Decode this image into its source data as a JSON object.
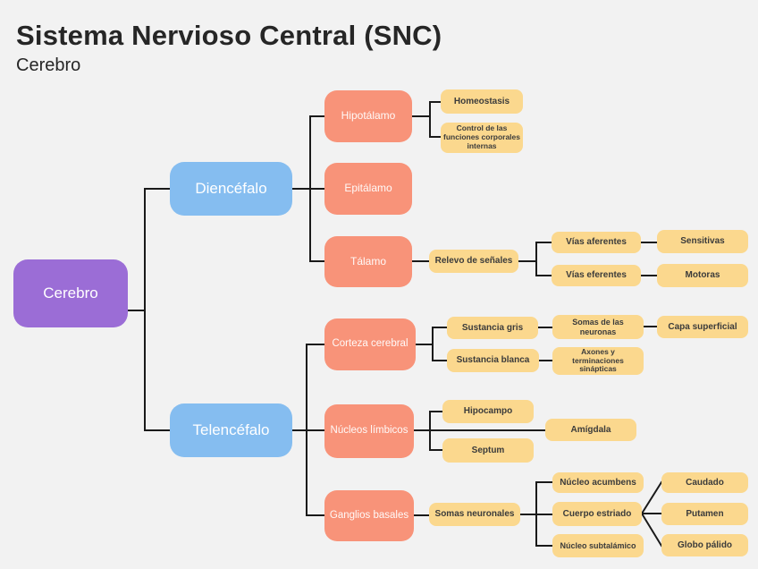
{
  "header": {
    "title": "Sistema Nervioso Central (SNC)",
    "subtitle": "Cerebro"
  },
  "colors": {
    "background": "#f2f2f2",
    "root": "#9b6dd6",
    "level1": "#85bdf0",
    "level2": "#f89379",
    "leaf": "#fbd88e",
    "connector": "#1a1a1a",
    "leaf_text": "#3b3b3b",
    "node_text": "#ffffff",
    "title_text": "#262626"
  },
  "nodes": {
    "cerebro": "Cerebro",
    "diencefalo": "Diencéfalo",
    "telencefalo": "Telencéfalo",
    "hipotalamo": "Hipotálamo",
    "epitalamo": "Epitálamo",
    "talamo": "Tálamo",
    "corteza": "Corteza cerebral",
    "nucleos_limbicos": "Núcleos límbicos",
    "ganglios_basales": "Ganglios basales",
    "homeostasis": "Homeostasis",
    "control": "Control de las funciones corporales internas",
    "relevo": "Relevo de señales",
    "vias_aferentes": "Vías aferentes",
    "vias_eferentes": "Vías eferentes",
    "sensitivas": "Sensitivas",
    "motoras": "Motoras",
    "sustancia_gris": "Sustancia gris",
    "sustancia_blanca": "Sustancia blanca",
    "somas_neuronas": "Somas de las neuronas",
    "capa_superficial": "Capa superficial",
    "axones": "Axones y terminaciones sinápticas",
    "hipocampo": "Hipocampo",
    "amigdala": "Amígdala",
    "septum": "Septum",
    "somas_neuronales": "Somas neuronales",
    "nucleo_acumbens": "Núcleo acumbens",
    "cuerpo_estriado": "Cuerpo estriado",
    "nucleo_subtalamico": "Núcleo subtalámico",
    "caudado": "Caudado",
    "putamen": "Putamen",
    "globo_palido": "Globo pálido"
  },
  "edges": [
    [
      "Cerebro",
      "Diencéfalo"
    ],
    [
      "Cerebro",
      "Telencéfalo"
    ],
    [
      "Diencéfalo",
      "Hipotálamo"
    ],
    [
      "Diencéfalo",
      "Epitálamo"
    ],
    [
      "Diencéfalo",
      "Tálamo"
    ],
    [
      "Hipotálamo",
      "Homeostasis"
    ],
    [
      "Hipotálamo",
      "Control de las funciones corporales internas"
    ],
    [
      "Tálamo",
      "Relevo de señales"
    ],
    [
      "Relevo de señales",
      "Vías aferentes"
    ],
    [
      "Relevo de señales",
      "Vías eferentes"
    ],
    [
      "Vías aferentes",
      "Sensitivas"
    ],
    [
      "Vías eferentes",
      "Motoras"
    ],
    [
      "Telencéfalo",
      "Corteza cerebral"
    ],
    [
      "Telencéfalo",
      "Núcleos límbicos"
    ],
    [
      "Telencéfalo",
      "Ganglios basales"
    ],
    [
      "Corteza cerebral",
      "Sustancia gris"
    ],
    [
      "Corteza cerebral",
      "Sustancia blanca"
    ],
    [
      "Sustancia gris",
      "Somas de las neuronas"
    ],
    [
      "Somas de las neuronas",
      "Capa superficial"
    ],
    [
      "Sustancia blanca",
      "Axones y terminaciones sinápticas"
    ],
    [
      "Núcleos límbicos",
      "Hipocampo"
    ],
    [
      "Núcleos límbicos",
      "Amígdala"
    ],
    [
      "Núcleos límbicos",
      "Septum"
    ],
    [
      "Ganglios basales",
      "Somas neuronales"
    ],
    [
      "Somas neuronales",
      "Núcleo acumbens"
    ],
    [
      "Somas neuronales",
      "Cuerpo estriado"
    ],
    [
      "Somas neuronales",
      "Núcleo subtalámico"
    ],
    [
      "Cuerpo estriado",
      "Caudado"
    ],
    [
      "Cuerpo estriado",
      "Putamen"
    ],
    [
      "Cuerpo estriado",
      "Globo pálido"
    ]
  ]
}
